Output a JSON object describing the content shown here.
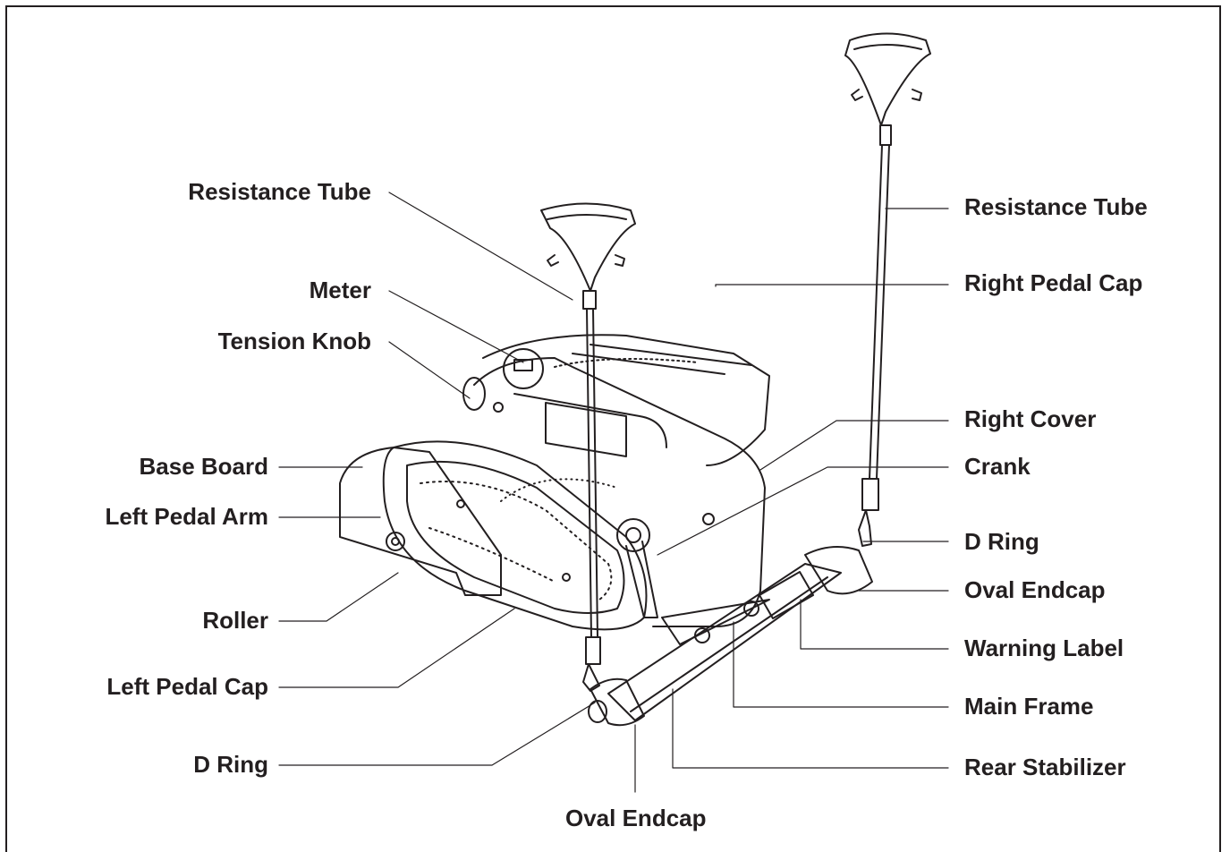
{
  "labels": {
    "resistance_tube_left": "Resistance Tube",
    "meter": "Meter",
    "tension_knob": "Tension Knob",
    "base_board": "Base Board",
    "left_pedal_arm": "Left Pedal Arm",
    "roller": "Roller",
    "left_pedal_cap": "Left Pedal Cap",
    "d_ring_left": "D Ring",
    "oval_endcap_bottom": "Oval Endcap",
    "resistance_tube_right": "Resistance Tube",
    "right_pedal_cap": "Right Pedal Cap",
    "right_cover": "Right Cover",
    "crank": "Crank",
    "d_ring_right": "D Ring",
    "oval_endcap_right": "Oval Endcap",
    "warning_label": "Warning Label",
    "main_frame": "Main Frame",
    "rear_stabilizer": "Rear Stabilizer"
  },
  "colors": {
    "ink": "#231f20",
    "background": "#ffffff"
  }
}
